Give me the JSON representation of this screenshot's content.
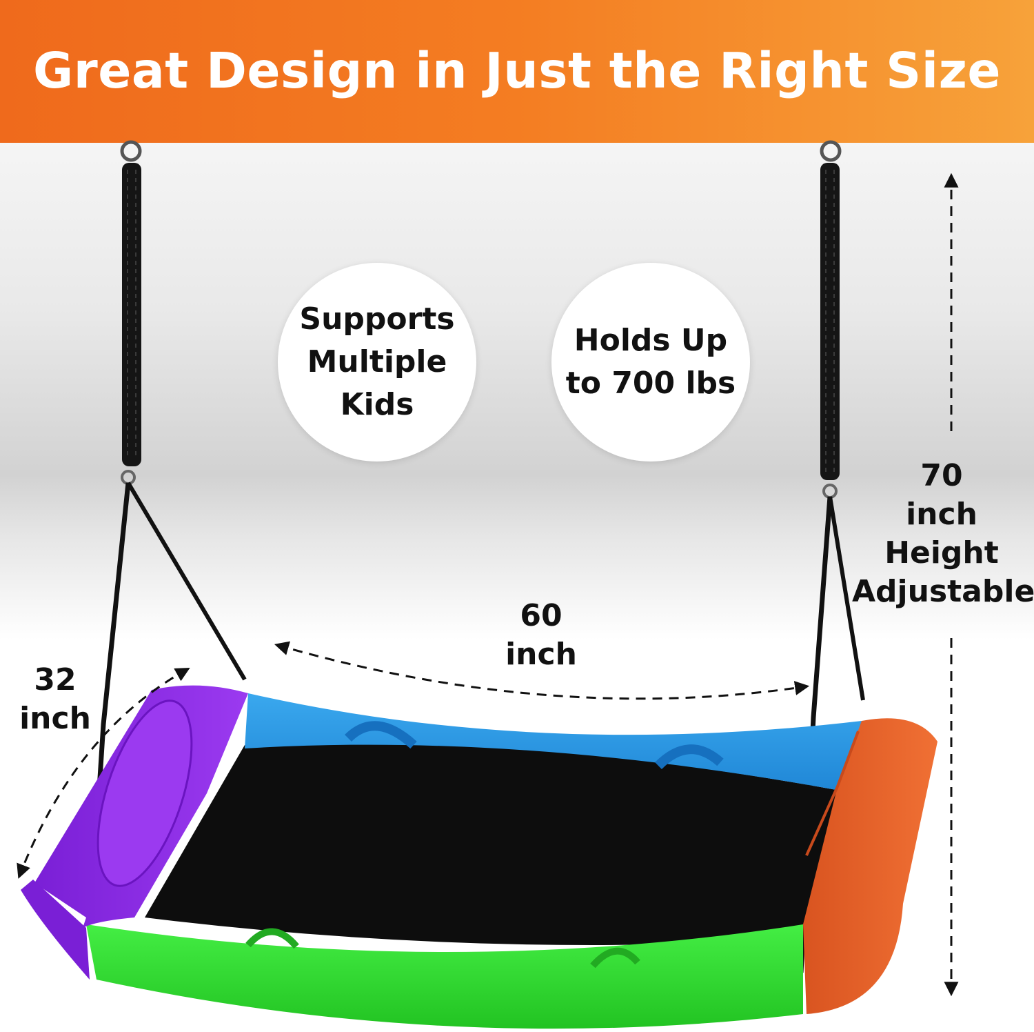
{
  "banner": {
    "title": "Great Design in Just the Right Size"
  },
  "badges": [
    {
      "text": "Supports\nMultiple\nKids"
    },
    {
      "text": "Holds Up\nto 700 lbs"
    }
  ],
  "dimensions": {
    "width": "60\ninch",
    "depth": "32\ninch",
    "height": "70\ninch\nHeight\nAdjustable"
  },
  "colors": {
    "banner_start": "#ef6a1c",
    "banner_end": "#f7a23a",
    "seat_purple": "#8a2be2",
    "seat_blue": "#2f9fe6",
    "seat_green": "#33dd33",
    "seat_orange": "#e8652a",
    "seat_black": "#0d0d0d",
    "rope": "#111111"
  }
}
